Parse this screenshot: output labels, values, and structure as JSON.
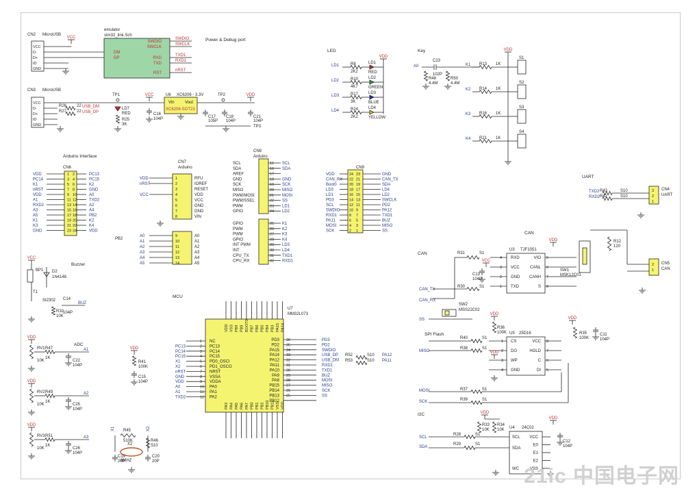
{
  "sections": {
    "power_debug": "Power & Debug port",
    "arduino_interface": "Arduino Interface",
    "led": "LED",
    "key": "Key",
    "uart": "UART",
    "can": "CAN",
    "spi_flash": "SPI Flash",
    "i2c": "I2C",
    "adc": "ADC",
    "mcu": "MCU",
    "buzzer": "Buzzer"
  },
  "connectors": {
    "cn2": "CN2",
    "cn2_type": "MicroUSB",
    "cn3": "CN3",
    "cn3_type": "MicroUSB",
    "cn4": "CN4",
    "cn4_type": "UART",
    "cn5": "CN5",
    "cn5_type": "CAN",
    "cn6": "CN6",
    "cn7": "CN7",
    "cn7_type": "Arduino",
    "cn8": "CN8",
    "cn8_type": "Arduino",
    "cn9": "CN9"
  },
  "emulator": {
    "title": "emulator",
    "file": "stm32_link.Sch",
    "left_pins": [
      "DM",
      "DP"
    ],
    "right_pins": [
      "SWDIO",
      "SWCLK",
      "RXD",
      "TXD",
      "RST"
    ],
    "right_nets": [
      "SWDIO",
      "SWCLK",
      "TXD1",
      "RXD1",
      "nRST"
    ]
  },
  "usb_pins": [
    "VCC",
    "D-",
    "D+",
    "ID",
    "GND"
  ],
  "power": {
    "regulator": "U6",
    "regulator_title": "XC6206 - 3.3V",
    "regulator_part": "XC6206-SOT23",
    "vin": "Vin",
    "vout": "Vout",
    "vcc": "VCC",
    "vdd": "VDD",
    "tp1": "TP1",
    "tp2": "TP2",
    "tp3": "TP3",
    "r26": "R26",
    "r27": "R27",
    "r26_val": "22",
    "r27_val": "22",
    "usb_dm": "USB_DM",
    "usb_dp": "USB_DP",
    "ld7": "LD7",
    "ld7_color": "RED",
    "r25": "R25",
    "r25_val": "3K",
    "c16": "C16",
    "c16_val": "104P",
    "c17": "C17",
    "c17_val": "105P",
    "c18": "C18",
    "c18_val": "104P",
    "c21": "C21",
    "c21_val": "104P"
  },
  "leds": [
    {
      "net": "LD1",
      "res": "R8",
      "val": "2K2",
      "led": "LD1",
      "color": "RED"
    },
    {
      "net": "LD2",
      "res": "R10",
      "val": "4K7",
      "led": "LD2",
      "color": "GREEN"
    },
    {
      "net": "LD3",
      "res": "R17",
      "val": "3K",
      "led": "LD3",
      "color": "BLUE"
    },
    {
      "net": "LD4",
      "res": "R24",
      "val": "2K2",
      "led": "LD4",
      "color": "YELLOW"
    }
  ],
  "keys": {
    "a0": "A0",
    "c23": "C23",
    "c23_val": "102P",
    "r48": "R48",
    "r48_val": "4.4M",
    "r50": "R50",
    "r50_val": "4.4M",
    "rows": [
      {
        "net": "K1",
        "res": "R13",
        "val": "1K",
        "sw": "S1"
      },
      {
        "net": "K2",
        "res": "R14",
        "val": "1K",
        "sw": "S2"
      },
      {
        "net": "K3",
        "res": "R16",
        "val": "1K",
        "sw": "S3"
      },
      {
        "net": "K4",
        "res": "R21",
        "val": "1K",
        "sw": "S4"
      }
    ]
  },
  "uart": {
    "nets": [
      "TXD2",
      "RXD2"
    ],
    "res": [
      "R43",
      "R42"
    ],
    "vals": [
      "S10",
      "S10"
    ],
    "pins": [
      "3",
      "2",
      "1"
    ]
  },
  "cn6_rows": [
    [
      "VDD",
      "1",
      "2",
      "PC13"
    ],
    [
      "PC14",
      "3",
      "4",
      "PC15"
    ],
    [
      "K1",
      "5",
      "6",
      "K2"
    ],
    [
      "nRST",
      "7",
      "8",
      "GND"
    ],
    [
      "VDD",
      "9",
      "10",
      "A0"
    ],
    [
      "A1",
      "11",
      "12",
      "TXD2"
    ],
    [
      "RXD2",
      "13",
      "14",
      "A2"
    ],
    [
      "A3",
      "15",
      "16",
      "A4"
    ],
    [
      "A5",
      "17",
      "18",
      "PB2"
    ],
    [
      "K1",
      "19",
      "20",
      "K2"
    ],
    [
      "K3",
      "21",
      "22",
      "K4"
    ],
    [
      "GND",
      "23",
      "24",
      "VDD"
    ]
  ],
  "pb2": "PB2",
  "cn7_top": {
    "left_nets": [
      "VDD",
      "nRST",
      "",
      "VCC",
      "",
      ""
    ],
    "pins": [
      "1",
      "2",
      "3",
      "4",
      "5",
      "6",
      "7",
      "8"
    ],
    "names": [
      "RFU",
      "IOREF",
      "RESET",
      "VDD",
      "VCC",
      "GND",
      "GND",
      "VIN"
    ]
  },
  "cn7_bot": {
    "left_nets": [
      "A0",
      "A1",
      "A2",
      "A3",
      "A4",
      "A5"
    ],
    "pins": [
      "9",
      "10",
      "11",
      "12",
      "13",
      "14"
    ],
    "names": [
      "A0",
      "A1",
      "A2",
      "A3",
      "A4",
      "A5"
    ]
  },
  "cn8_top": {
    "names": [
      "SCL",
      "SDA",
      "AREF",
      "GND",
      "SCK",
      "MISO",
      "PWM/MOSI",
      "PWM/SSEL",
      "PWM",
      "GPIO"
    ],
    "pins": [
      "15",
      "16",
      "17",
      "18",
      "19",
      "20",
      "21",
      "22",
      "23",
      "24"
    ],
    "nets": [
      "SCL",
      "SDA",
      "",
      "GND",
      "SCK",
      "MISO",
      "MOSI",
      "SS",
      "LD1",
      "LD2"
    ]
  },
  "cn8_bot": {
    "names": [
      "GPIO",
      "PWM",
      "PWM",
      "GPIO",
      "INT PWM",
      "INT",
      "CPU_TX",
      "CPU_RX"
    ],
    "pins": [
      "25",
      "26",
      "27",
      "28",
      "29",
      "30",
      "31",
      "32"
    ],
    "nets": [
      "K1",
      "K2",
      "K3",
      "K4",
      "LD3",
      "LD4",
      "TXD1",
      "RXD1"
    ]
  },
  "cn9_rows": [
    [
      "VDD",
      "24",
      "23",
      "GND"
    ],
    [
      "CAN_RX",
      "22",
      "21",
      "CAN_TX"
    ],
    [
      "Boot0",
      "20",
      "19",
      "SDA"
    ],
    [
      "LD3",
      "18",
      "17",
      "LD4"
    ],
    [
      "LD1",
      "16",
      "15",
      "LD2"
    ],
    [
      "PD3",
      "14",
      "13",
      "SWCLK"
    ],
    [
      "SCL",
      "12",
      "11",
      "PD2"
    ],
    [
      "SWDIO",
      "10",
      "9",
      "PA12"
    ],
    [
      "RXD1",
      "8",
      "7",
      "TXD1"
    ],
    [
      "PA11",
      "6",
      "5",
      "BUZ"
    ],
    [
      "MOSI",
      "4",
      "3",
      "MISO"
    ],
    [
      "SCK",
      "2",
      "1",
      "SS"
    ]
  ],
  "buzzer": {
    "bp1": "BP1",
    "d2": "D2",
    "d2_val": "1N4148",
    "t1": "T1",
    "t1_val": "SI2302",
    "c14": "C14",
    "c14_val": "104P",
    "r32": "R32",
    "r32_val": "10K",
    "buz": "BUZ",
    "vcc": "VCC"
  },
  "adc": [
    {
      "rv": "RV1",
      "rv_val": "10K",
      "r": "R47",
      "r_val": "1K",
      "c": "C22",
      "c_val": "104P",
      "net": "A1"
    },
    {
      "rv": "RV2",
      "rv_val": "10K",
      "r": "R49",
      "r_val": "1K",
      "c": "C25",
      "c_val": "104P",
      "net": "A2"
    },
    {
      "rv": "RV3",
      "rv_val": "10K",
      "r": "R51",
      "r_val": "1K",
      "c": "C26",
      "c_val": "104P",
      "net": "A3"
    }
  ],
  "mcu": {
    "ref": "U7",
    "part": "MM32L073",
    "left_pins": [
      "NC",
      "PC13",
      "PC14",
      "PC15",
      "PD0_OSCI",
      "PD1_OSCO",
      "NRST",
      "VSSA",
      "VDDA",
      "PA0",
      "PA1",
      "PA2"
    ],
    "left_nums": [
      "1",
      "2",
      "3",
      "4",
      "5",
      "6",
      "7",
      "8",
      "9",
      "10",
      "11",
      "12"
    ],
    "left_nets": [
      "PC13",
      "PC14",
      "PC15",
      "X1",
      "X2",
      "nRST",
      "GND",
      "VDD",
      "A0",
      "A1",
      "TXD2"
    ],
    "right_pins": [
      "PD3",
      "PD2",
      "PA15",
      "PA14",
      "PA12",
      "PA11",
      "PA10",
      "PA9",
      "PA8",
      "PB15",
      "PB14",
      "PB13",
      "PB12"
    ],
    "right_nums": [
      "36",
      "35",
      "34",
      "33",
      "32",
      "31",
      "30",
      "29",
      "28",
      "27",
      "26",
      "25",
      ""
    ],
    "right_nets": [
      "PD3",
      "PD2",
      "SWDIO",
      "USB_DP",
      "USB_DM",
      "RXD1",
      "TXD1",
      "BUZ",
      "MOSI",
      "MISO",
      "SCK",
      "SS"
    ],
    "top_pins": [
      "VDD",
      "VSS",
      "PB9",
      "PB8",
      "BOOT0",
      "PB7",
      "PB6",
      "PB5",
      "PB4",
      "PB3",
      "PA15",
      "PA14"
    ],
    "bottom_pins": [
      "PA3",
      "PA4",
      "PA5",
      "PA6",
      "PA7",
      "PB0",
      "PB1",
      "PB2",
      "PB10",
      "PB11",
      "VSS",
      "VDD"
    ],
    "r41": "R41",
    "r41_val": "100K",
    "c15": "C15",
    "c15_val": "104P",
    "r36": "R36",
    "r36_val": "10K",
    "r52": "R52",
    "r53": "R53",
    "r52_val": "S10",
    "r53_val": "S10",
    "pa12": "PA12",
    "pa11": "PA11"
  },
  "crystal": {
    "x1": "X1",
    "x2": "X2",
    "r45": "R45",
    "r45_val": "510K",
    "r46": "R46",
    "r46_val": "S10",
    "xtal": "X2",
    "xtal_val": "8MHZ",
    "c19": "C19",
    "c19_val": "20P",
    "c20": "C20",
    "c20_val": "20P"
  },
  "can": {
    "u3": "U3",
    "part": "TJF1051",
    "left_pins": [
      "RXD",
      "VCC",
      "GND",
      "TXD"
    ],
    "left_nums": [
      "4",
      "3",
      "2",
      "1"
    ],
    "right_pins": [
      "VIO",
      "CANL",
      "CANH",
      "S"
    ],
    "right_nums": [
      "5",
      "6",
      "7",
      "8"
    ],
    "r31": "R31",
    "r31_val": "S1",
    "r30": "R30",
    "r30_val": "S1",
    "c13": "C13",
    "c13_val": "104P",
    "can_tx": "CAN_TX",
    "can_rx": "CAN_RX",
    "sw1": "SW1",
    "sw1_part": "MSK12C01",
    "r12": "R12",
    "r12_val": "120",
    "sw2": "SW2",
    "sw2_part": "MSS22C02",
    "ss": "SS",
    "cn5_pins": [
      "2",
      "1"
    ]
  },
  "flash": {
    "u5": "U5",
    "part": "25D16",
    "left_pins": [
      "CS",
      "DO",
      "WP",
      "GND"
    ],
    "left_nums": [
      "1",
      "2",
      "3",
      "4"
    ],
    "right_pins": [
      "VCC",
      "HOLD",
      "C",
      "DI"
    ],
    "right_nums": [
      "8",
      "7",
      "6",
      "5"
    ],
    "r36": "R36",
    "r36_val": "100K",
    "r35": "R35",
    "r35_val": "100K",
    "r40": "R40",
    "r38": "R38",
    "r37": "R37",
    "r39": "R39",
    "rval": "S1",
    "c11": "C11",
    "c11_val": "104P",
    "nets": [
      "MISO",
      "MOSI",
      "SCK"
    ]
  },
  "eeprom": {
    "u4": "U4",
    "part": "24C02",
    "left_pins": [
      "SCL",
      "SDA",
      "",
      "",
      "WC"
    ],
    "right_pins": [
      "VCC",
      "E0",
      "E1",
      "E2",
      "VSS"
    ],
    "r33": "R33",
    "r33_val": "10K",
    "r34": "R34",
    "r34_val": "10K",
    "r28": "R28",
    "r29": "R29",
    "rval": "S1",
    "c12": "C12",
    "c12_val": "104P",
    "nets": [
      "SCL",
      "SDA"
    ]
  },
  "watermark": "21ic 中国电子网",
  "colors": {
    "chip": "#f4f470",
    "emulator": "#9ed6a8",
    "wire": "#222222",
    "net_red": "#c03030",
    "net_blue": "#2a3a8a"
  }
}
